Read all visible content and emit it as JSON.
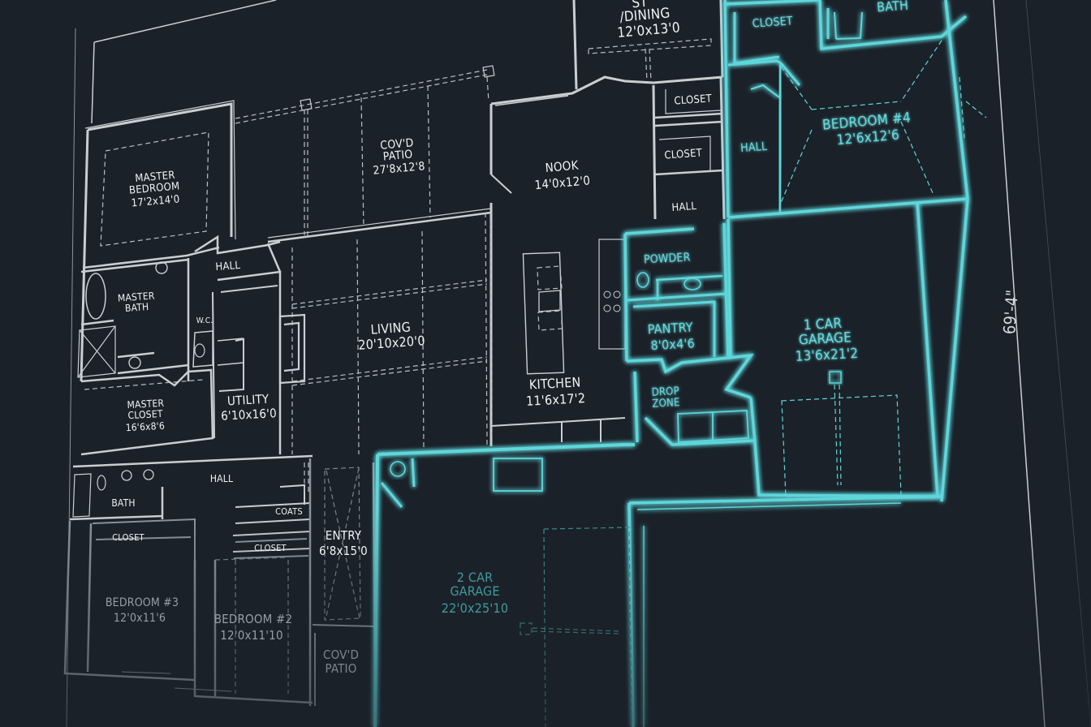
{
  "plan": {
    "colors": {
      "background": "#1b2129",
      "wall_white": "#c9ced3",
      "wall_gray": "#8d949b",
      "highlight_cyan": "#5fd6da",
      "label_white": "#f1f3f5",
      "label_gray": "#979ea5"
    },
    "overall_dimension": "69'-4\"",
    "rooms": {
      "study_dining": {
        "name": "/DINING",
        "name_partial": "ST",
        "size": "12'0x13'0"
      },
      "master_bedroom": {
        "name1": "MASTER",
        "name2": "BEDROOM",
        "size": "17'2x14'0"
      },
      "covd_patio_rear": {
        "name1": "COV'D",
        "name2": "PATIO",
        "size": "27'8x12'8"
      },
      "nook": {
        "name": "NOOK",
        "size": "14'0x12'0"
      },
      "closet_1": {
        "name": "CLOSET"
      },
      "closet_2": {
        "name": "CLOSET"
      },
      "hall_kitchen": {
        "name": "HALL"
      },
      "closet_bed4": {
        "name": "CLOSET"
      },
      "bath_bed4": {
        "name": "BATH"
      },
      "hall_bed4": {
        "name": "HALL"
      },
      "bedroom4": {
        "name": "BEDROOM #4",
        "size": "12'6x12'6"
      },
      "hall_master": {
        "name": "HALL"
      },
      "master_bath": {
        "name1": "MASTER",
        "name2": "BATH"
      },
      "wc": {
        "name": "W.C."
      },
      "living": {
        "name": "LIVING",
        "size": "20'10x20'0"
      },
      "kitchen": {
        "name": "KITCHEN",
        "size": "11'6x17'2"
      },
      "powder": {
        "name": "POWDER"
      },
      "pantry": {
        "name": "PANTRY",
        "size": "8'0x4'6"
      },
      "drop_zone": {
        "name1": "DROP",
        "name2": "ZONE"
      },
      "garage1": {
        "name1": "1 CAR",
        "name2": "GARAGE",
        "size": "13'6x21'2"
      },
      "master_closet": {
        "name1": "MASTER",
        "name2": "CLOSET",
        "size": "16'6x8'6"
      },
      "utility": {
        "name": "UTILITY",
        "size": "6'10x16'0"
      },
      "hall_beds": {
        "name": "HALL"
      },
      "bath": {
        "name": "BATH"
      },
      "coats": {
        "name": "COATS"
      },
      "closet_bed3": {
        "name": "CLOSET"
      },
      "closet_bed2": {
        "name": "CLOSET"
      },
      "entry": {
        "name": "ENTRY",
        "size": "6'8x15'0"
      },
      "bedroom3": {
        "name": "BEDROOM #3",
        "size": "12'0x11'6"
      },
      "bedroom2": {
        "name": "BEDROOM #2",
        "size": "12'0x11'10"
      },
      "covd_patio_front": {
        "name1": "COV'D",
        "name2": "PATIO"
      },
      "garage2": {
        "name1": "2 CAR",
        "name2": "GARAGE",
        "size": "22'0x25'10"
      }
    }
  }
}
